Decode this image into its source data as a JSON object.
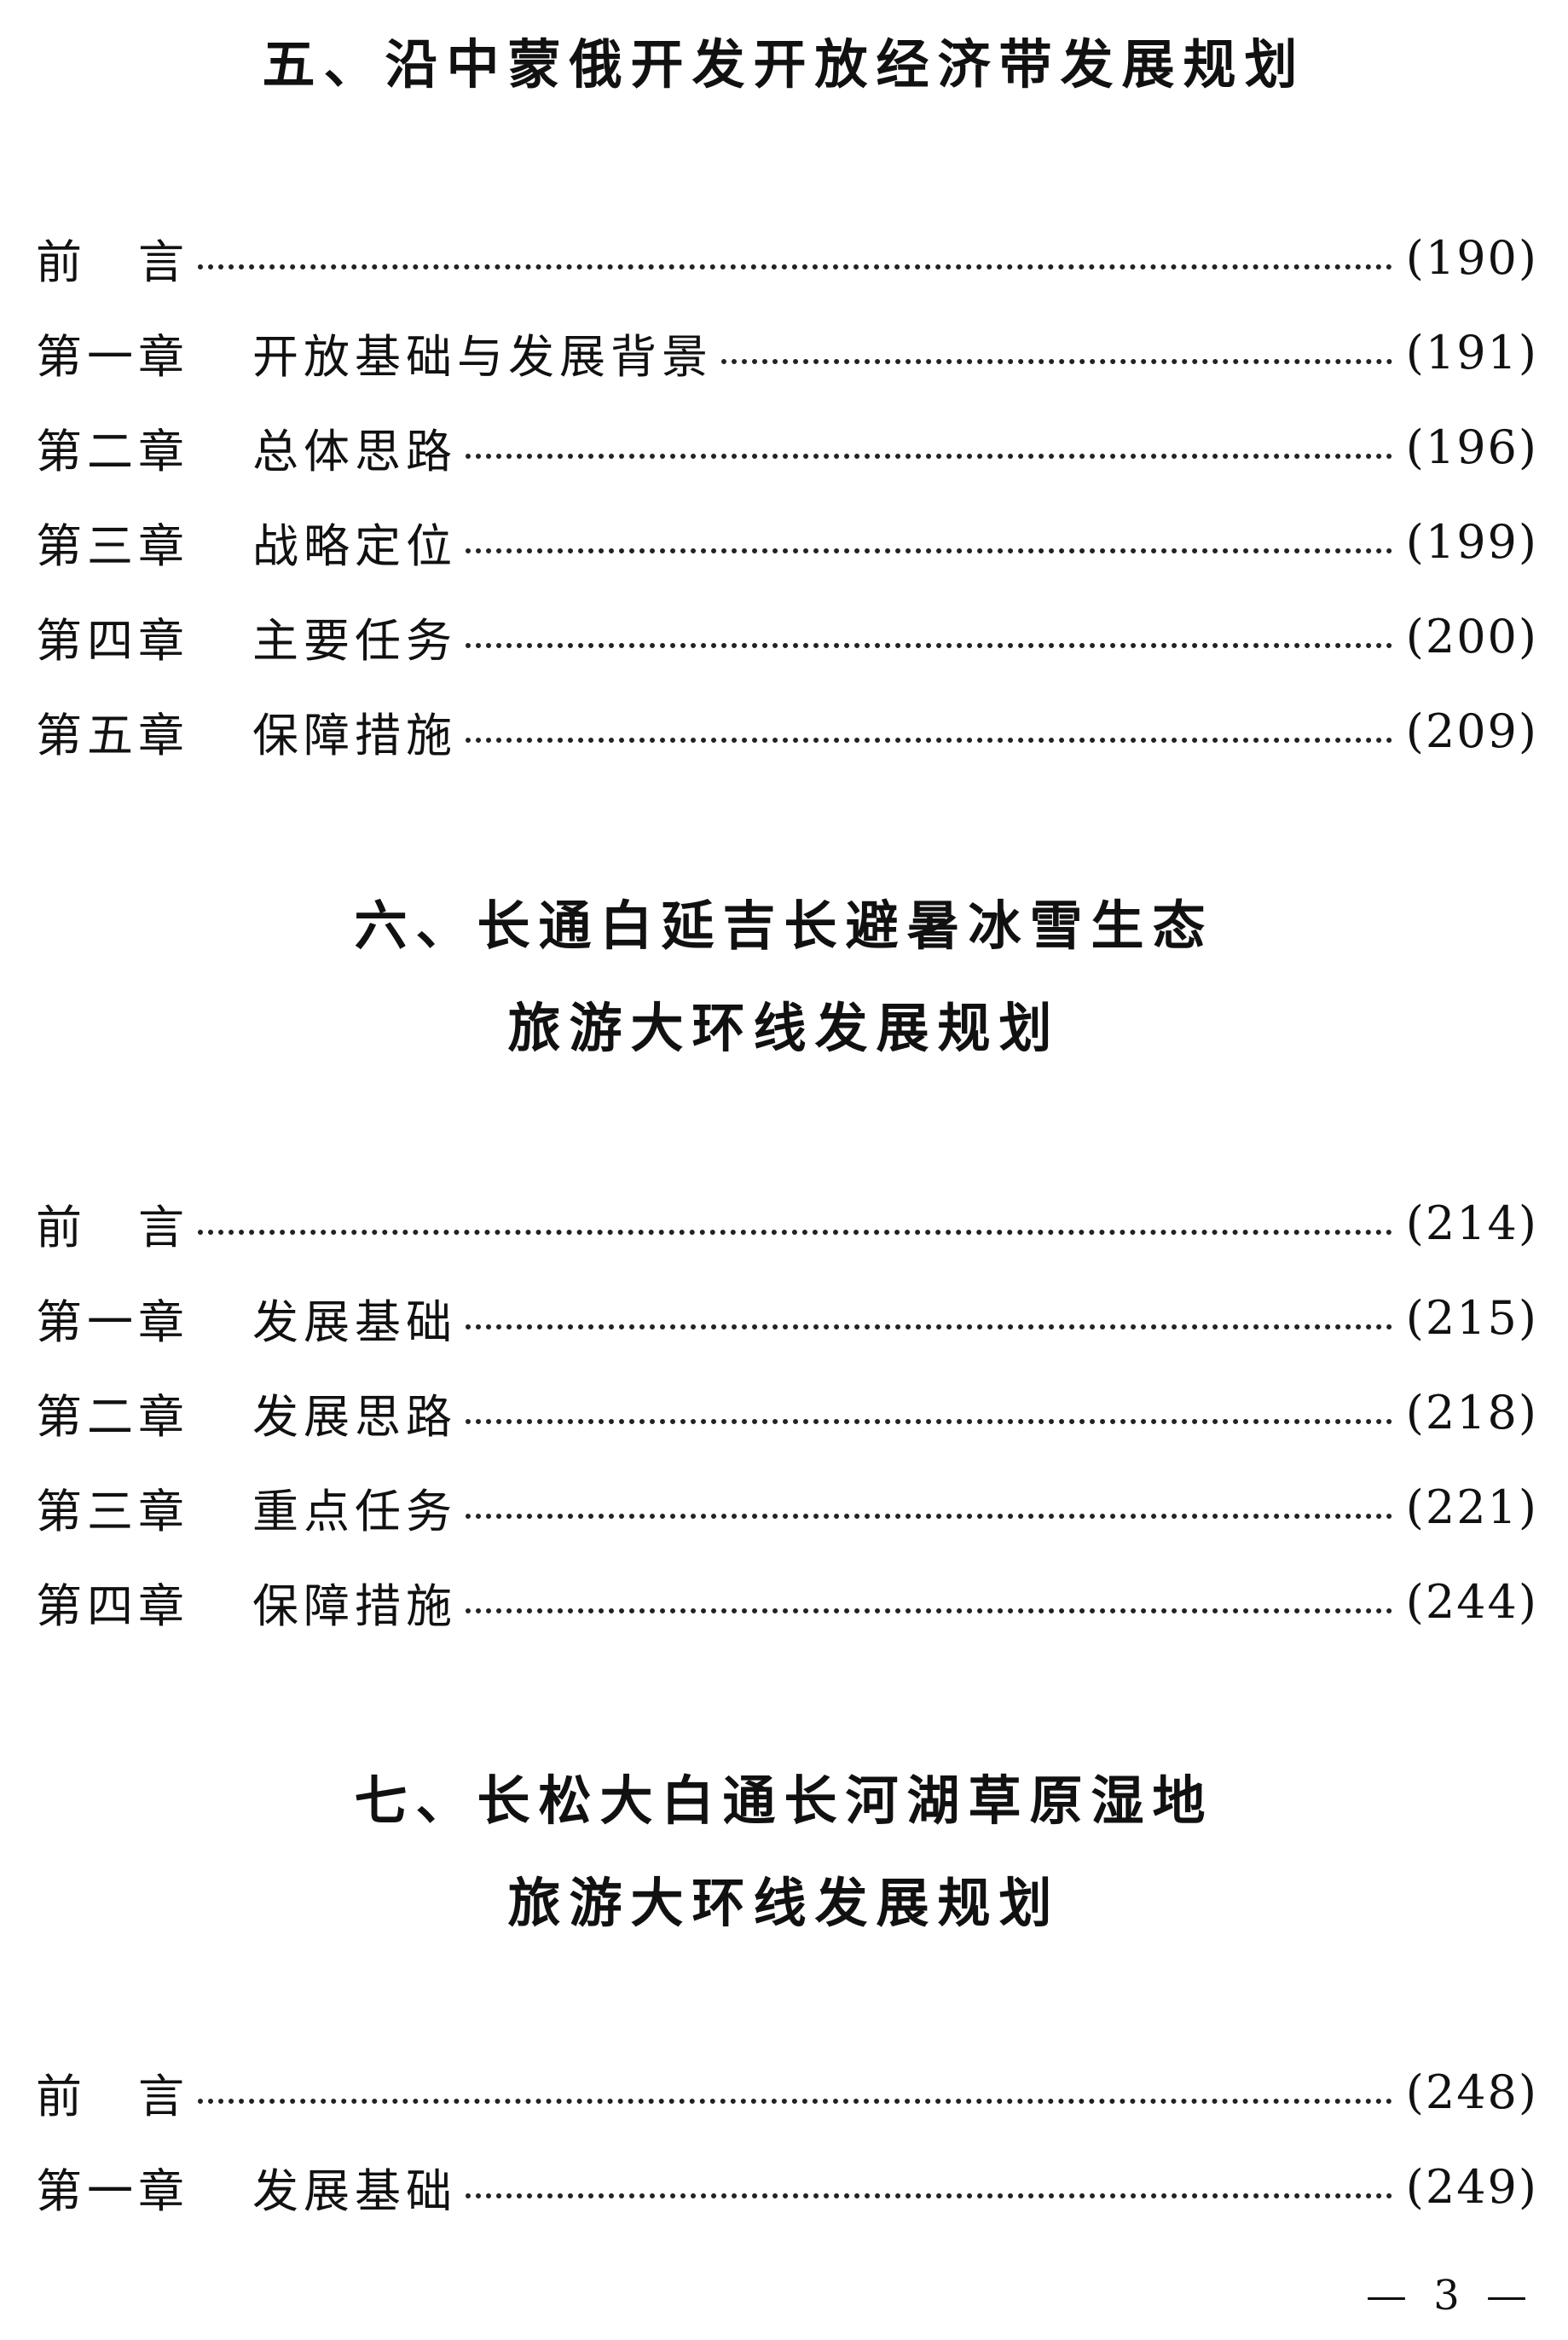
{
  "sections": [
    {
      "title_lines": [
        "五、沿中蒙俄开发开放经济带发展规划"
      ],
      "entries": [
        {
          "chapter": "前　言",
          "title": "",
          "page": "(190)"
        },
        {
          "chapter": "第一章",
          "title": "开放基础与发展背景",
          "page": "(191)"
        },
        {
          "chapter": "第二章",
          "title": "总体思路",
          "page": "(196)"
        },
        {
          "chapter": "第三章",
          "title": "战略定位",
          "page": "(199)"
        },
        {
          "chapter": "第四章",
          "title": "主要任务",
          "page": "(200)"
        },
        {
          "chapter": "第五章",
          "title": "保障措施",
          "page": "(209)"
        }
      ]
    },
    {
      "title_lines": [
        "六、长通白延吉长避暑冰雪生态",
        "旅游大环线发展规划"
      ],
      "entries": [
        {
          "chapter": "前　言",
          "title": "",
          "page": "(214)"
        },
        {
          "chapter": "第一章",
          "title": "发展基础",
          "page": "(215)"
        },
        {
          "chapter": "第二章",
          "title": "发展思路",
          "page": "(218)"
        },
        {
          "chapter": "第三章",
          "title": "重点任务",
          "page": "(221)"
        },
        {
          "chapter": "第四章",
          "title": "保障措施",
          "page": "(244)"
        }
      ]
    },
    {
      "title_lines": [
        "七、长松大白通长河湖草原湿地",
        "旅游大环线发展规划"
      ],
      "entries": [
        {
          "chapter": "前　言",
          "title": "",
          "page": "(248)"
        },
        {
          "chapter": "第一章",
          "title": "发展基础",
          "page": "(249)"
        }
      ]
    }
  ],
  "footer": {
    "page_number": "— 3 —"
  }
}
